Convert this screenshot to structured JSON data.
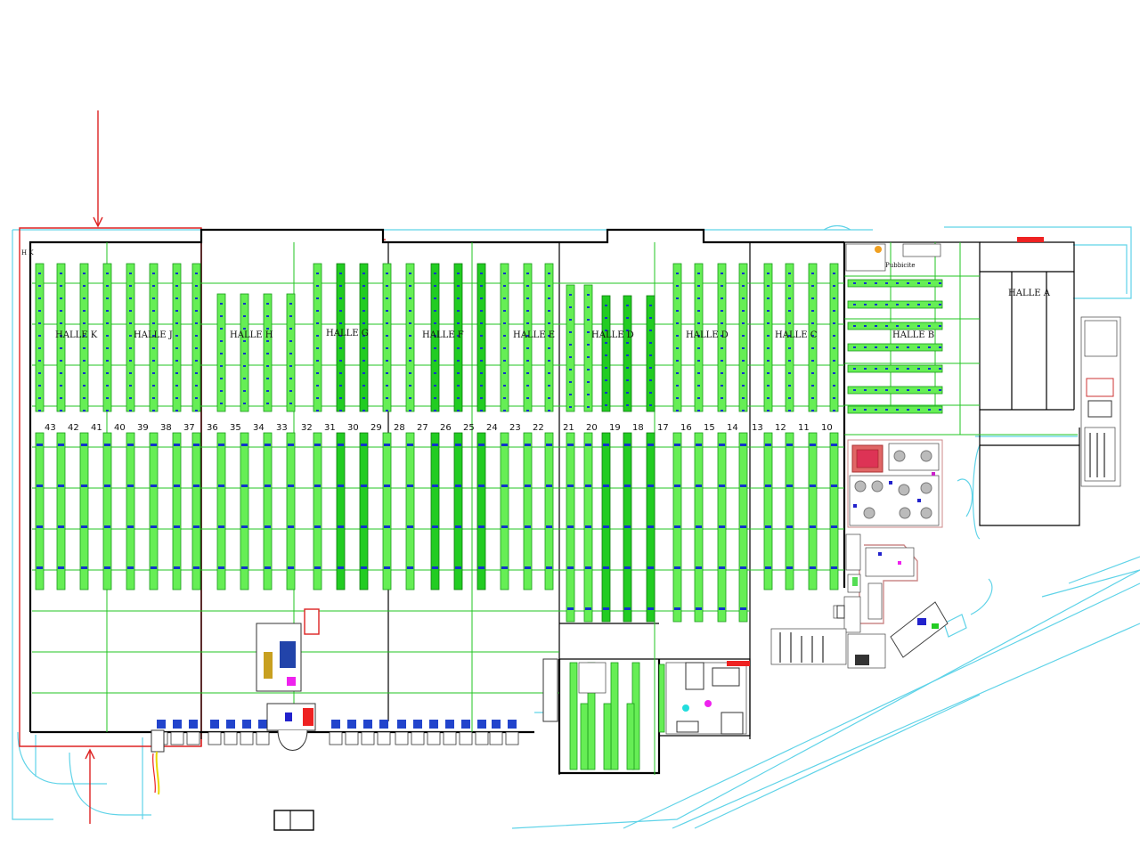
{
  "halls": [
    {
      "id": "k",
      "label": "HALLE K"
    },
    {
      "id": "j",
      "label": "HALLE J"
    },
    {
      "id": "h",
      "label": "HALLE H"
    },
    {
      "id": "g",
      "label": "HALLE G"
    },
    {
      "id": "f",
      "label": "HALLE F"
    },
    {
      "id": "e",
      "label": "HALLE E"
    },
    {
      "id": "d2",
      "label": "HALLE D"
    },
    {
      "id": "d",
      "label": "HALLE D"
    },
    {
      "id": "c",
      "label": "HALLE C"
    },
    {
      "id": "b",
      "label": "HALLE B"
    },
    {
      "id": "a",
      "label": "HALLE A"
    }
  ],
  "aisle_numbers": [
    "43",
    "42",
    "41",
    "40",
    "39",
    "38",
    "37",
    "36",
    "35",
    "34",
    "33",
    "32",
    "31",
    "30",
    "29",
    "28",
    "27",
    "26",
    "25",
    "24",
    "23",
    "22",
    "21",
    "20",
    "19",
    "18",
    "17",
    "16",
    "15",
    "14",
    "13",
    "12",
    "11",
    "10"
  ],
  "annex_label": "Pubbicite",
  "corner_label": "H K",
  "colors": {
    "rack": "#66ee55",
    "rack_dense": "#22cc22",
    "rack_mark": "#1133cc",
    "grid": "#22c622",
    "walls": "#000000",
    "site_outline": "#5fd3e8",
    "boundary": "#dd2222"
  }
}
